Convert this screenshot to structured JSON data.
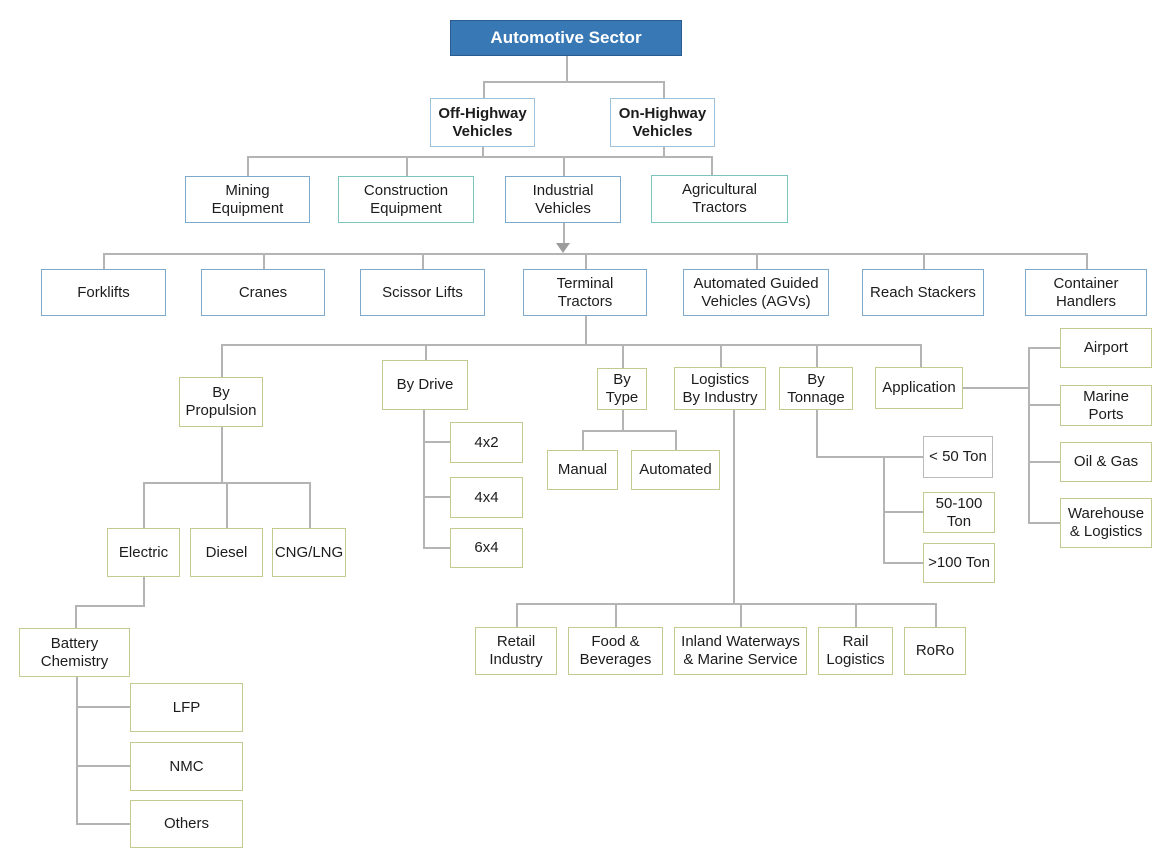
{
  "diagram_title": "Automotive Sector",
  "colors": {
    "root_fill": "#3878b4",
    "root_border": "#2a5d8f",
    "root_text": "#ffffff",
    "blue_border": "#7fa9cb",
    "light_blue_border": "#9fc2dc",
    "teal_border": "#7cc5bc",
    "olive_border": "#c3c98f",
    "gray_border": "#bbbbbb",
    "line": "#b4b4b4",
    "text": "#1c1c1c",
    "background": "#ffffff"
  },
  "nodes": {
    "automotive-sector": {
      "label": "Automotive Sector"
    },
    "off-highway-vehicles": {
      "label": "Off-Highway\nVehicles"
    },
    "on-highway-vehicles": {
      "label": "On-Highway\nVehicles"
    },
    "mining-equipment": {
      "label": "Mining\nEquipment"
    },
    "construction-equipment": {
      "label": "Construction\nEquipment"
    },
    "industrial-vehicles": {
      "label": "Industrial\nVehicles"
    },
    "agricultural-tractors": {
      "label": "Agricultural\nTractors"
    },
    "forklifts": {
      "label": "Forklifts"
    },
    "cranes": {
      "label": "Cranes"
    },
    "scissor-lifts": {
      "label": "Scissor Lifts"
    },
    "terminal-tractors": {
      "label": "Terminal\nTractors"
    },
    "agv": {
      "label": "Automated Guided\nVehicles (AGVs)"
    },
    "reach-stackers": {
      "label": "Reach Stackers"
    },
    "container-handlers": {
      "label": "Container\nHandlers"
    },
    "by-propulsion": {
      "label": "By\nPropulsion"
    },
    "by-drive": {
      "label": "By Drive"
    },
    "by-type": {
      "label": "By\nType"
    },
    "logistics-by-industry": {
      "label": "Logistics\nBy Industry"
    },
    "by-tonnage": {
      "label": "By\nTonnage"
    },
    "application": {
      "label": "Application"
    },
    "electric": {
      "label": "Electric"
    },
    "diesel": {
      "label": "Diesel"
    },
    "cng-lng": {
      "label": "CNG/LNG"
    },
    "battery-chemistry": {
      "label": "Battery\nChemistry"
    },
    "lfp": {
      "label": "LFP"
    },
    "nmc": {
      "label": "NMC"
    },
    "others": {
      "label": "Others"
    },
    "drive-4x2": {
      "label": "4x2"
    },
    "drive-4x4": {
      "label": "4x4"
    },
    "drive-6x4": {
      "label": "6x4"
    },
    "manual": {
      "label": "Manual"
    },
    "automated": {
      "label": "Automated"
    },
    "ton-lt50": {
      "label": "< 50 Ton"
    },
    "ton-50-100": {
      "label": "50-100\nTon"
    },
    "ton-gt100": {
      "label": ">100 Ton"
    },
    "retail-industry": {
      "label": "Retail\nIndustry"
    },
    "food-beverages": {
      "label": "Food &\nBeverages"
    },
    "inland-waterways": {
      "label": "Inland Waterways\n& Marine Service"
    },
    "rail-logistics": {
      "label": "Rail\nLogistics"
    },
    "roro": {
      "label": "RoRo"
    },
    "airport": {
      "label": "Airport"
    },
    "marine-ports": {
      "label": "Marine\nPorts"
    },
    "oil-gas": {
      "label": "Oil & Gas"
    },
    "warehouse-logistics": {
      "label": "Warehouse\n& Logistics"
    }
  },
  "hierarchy": {
    "id": "automotive-sector",
    "children": [
      {
        "id": "off-highway-vehicles",
        "children": [
          {
            "id": "mining-equipment"
          },
          {
            "id": "construction-equipment"
          },
          {
            "id": "industrial-vehicles",
            "children": [
              {
                "id": "forklifts"
              },
              {
                "id": "cranes"
              },
              {
                "id": "scissor-lifts"
              },
              {
                "id": "terminal-tractors",
                "children": [
                  {
                    "id": "by-propulsion",
                    "children": [
                      {
                        "id": "electric",
                        "children": [
                          {
                            "id": "battery-chemistry",
                            "children": [
                              {
                                "id": "lfp"
                              },
                              {
                                "id": "nmc"
                              },
                              {
                                "id": "others"
                              }
                            ]
                          }
                        ]
                      },
                      {
                        "id": "diesel"
                      },
                      {
                        "id": "cng-lng"
                      }
                    ]
                  },
                  {
                    "id": "by-drive",
                    "children": [
                      {
                        "id": "drive-4x2"
                      },
                      {
                        "id": "drive-4x4"
                      },
                      {
                        "id": "drive-6x4"
                      }
                    ]
                  },
                  {
                    "id": "by-type",
                    "children": [
                      {
                        "id": "manual"
                      },
                      {
                        "id": "automated"
                      }
                    ]
                  },
                  {
                    "id": "logistics-by-industry",
                    "children": [
                      {
                        "id": "retail-industry"
                      },
                      {
                        "id": "food-beverages"
                      },
                      {
                        "id": "inland-waterways"
                      },
                      {
                        "id": "rail-logistics"
                      },
                      {
                        "id": "roro"
                      }
                    ]
                  },
                  {
                    "id": "by-tonnage",
                    "children": [
                      {
                        "id": "ton-lt50"
                      },
                      {
                        "id": "ton-50-100"
                      },
                      {
                        "id": "ton-gt100"
                      }
                    ]
                  },
                  {
                    "id": "application",
                    "children": [
                      {
                        "id": "airport"
                      },
                      {
                        "id": "marine-ports"
                      },
                      {
                        "id": "oil-gas"
                      },
                      {
                        "id": "warehouse-logistics"
                      }
                    ]
                  }
                ]
              },
              {
                "id": "agv"
              },
              {
                "id": "reach-stackers"
              },
              {
                "id": "container-handlers"
              }
            ]
          },
          {
            "id": "agricultural-tractors"
          }
        ]
      },
      {
        "id": "on-highway-vehicles"
      }
    ]
  }
}
